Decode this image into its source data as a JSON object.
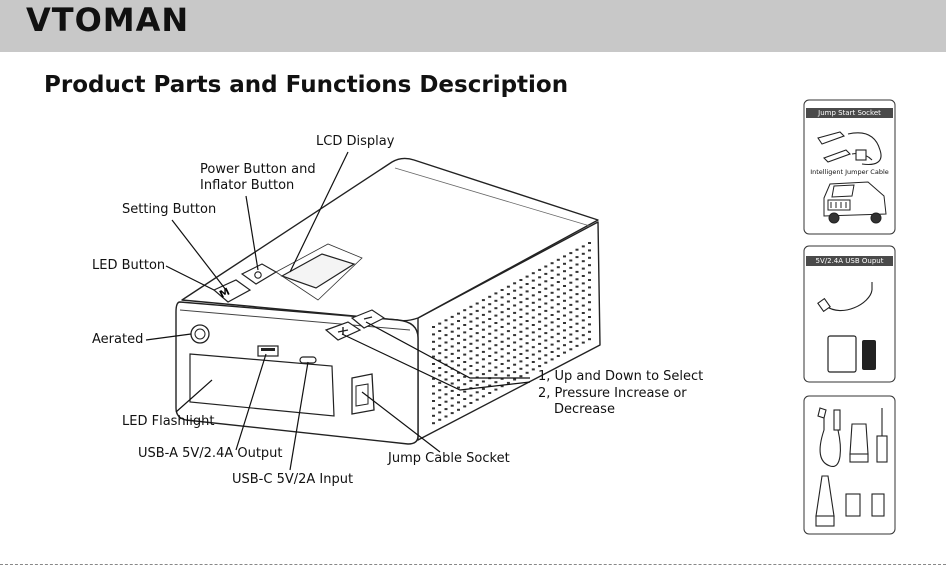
{
  "header": {
    "brand": "VTOMAN",
    "bg_color": "#c8c8c8"
  },
  "page_title": "Product Parts and Functions Description",
  "labels": {
    "lcd_display": "LCD Display",
    "power_button_l1": "Power Button and",
    "power_button_l2": "Inflator Button",
    "setting_button": "Setting Button",
    "led_button": "LED Button",
    "aerated": "Aerated",
    "led_flashlight": "LED Flashlight",
    "usb_a": "USB-A 5V/2.4A Output",
    "usb_c": "USB-C 5V/2A Input",
    "jump_cable_socket": "Jump Cable Socket",
    "select_l1": "1, Up and Down to Select",
    "select_l2": "2, Pressure Increase or",
    "select_l3": "Decrease"
  },
  "side_panels": {
    "jump_start": {
      "header": "Jump Start Socket",
      "caption": "Intelligent Jumper Cable"
    },
    "usb": {
      "header": "5V/2.4A USB Ouput"
    }
  },
  "icons": [
    "setting-m-icon",
    "power-icon",
    "minus-icon",
    "plus-icon"
  ]
}
